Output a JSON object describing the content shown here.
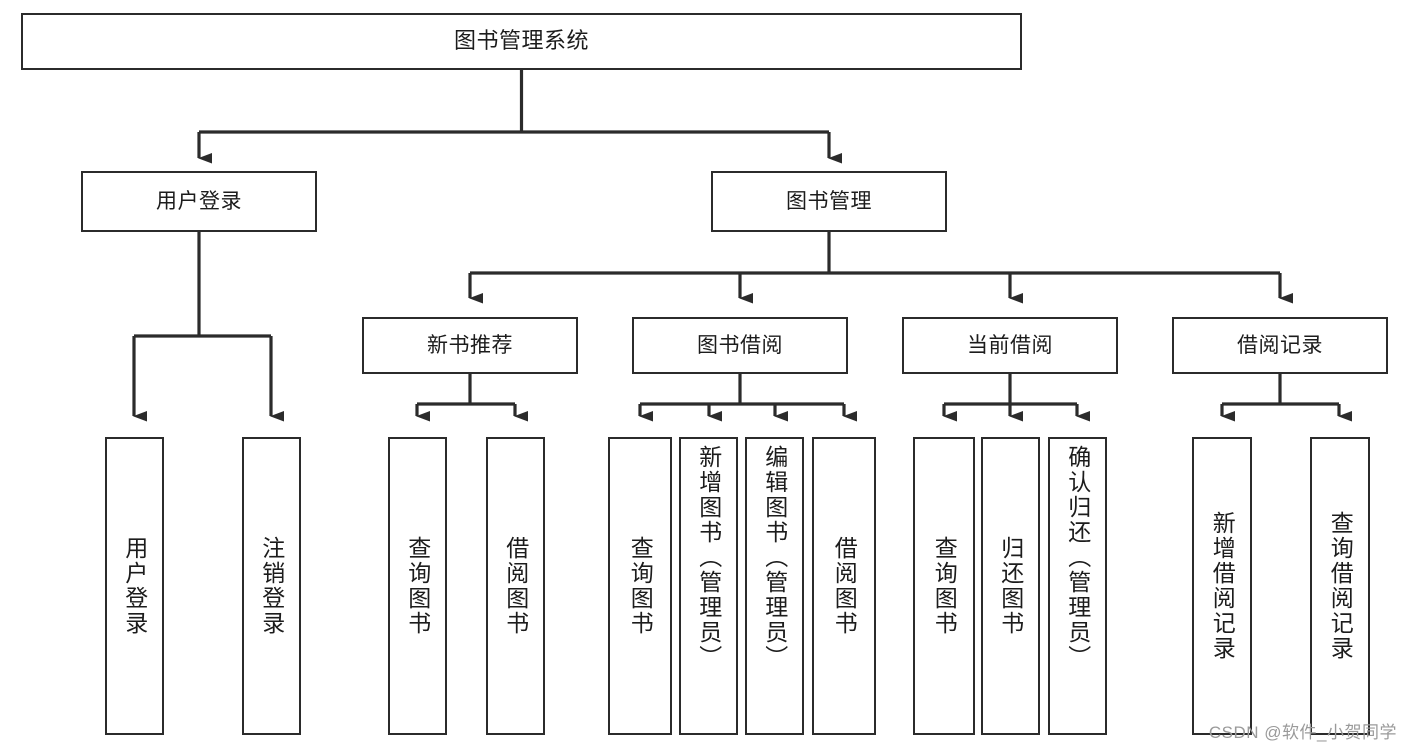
{
  "diagram": {
    "title": "图书管理系统",
    "type": "functional-structure-tree",
    "stroke_color": "#2b2b2b",
    "fill_color": "#ffffff",
    "text_color": "#1c1c1c"
  },
  "nodes": {
    "root": {
      "label": "图书管理系统"
    },
    "level2": [
      {
        "id": "user-login",
        "label": "用户登录"
      },
      {
        "id": "book-manage",
        "label": "图书管理"
      }
    ],
    "level3": [
      {
        "id": "new-book-recommend",
        "label": "新书推荐"
      },
      {
        "id": "book-borrow",
        "label": "图书借阅"
      },
      {
        "id": "current-borrow",
        "label": "当前借阅"
      },
      {
        "id": "borrow-record",
        "label": "借阅记录"
      }
    ],
    "leaves": {
      "user-login": [
        {
          "id": "leaf-user-login",
          "label": "用户登录"
        },
        {
          "id": "leaf-logout",
          "label": "注销登录"
        }
      ],
      "new-book-recommend": [
        {
          "id": "leaf-query-book-1",
          "label": "查询图书"
        },
        {
          "id": "leaf-borrow-book-1",
          "label": "借阅图书"
        }
      ],
      "book-borrow": [
        {
          "id": "leaf-query-book-2",
          "label": "查询图书"
        },
        {
          "id": "leaf-add-book",
          "label": "新增图书（管理员）"
        },
        {
          "id": "leaf-edit-book",
          "label": "编辑图书（管理员）"
        },
        {
          "id": "leaf-borrow-book-2",
          "label": "借阅图书"
        }
      ],
      "current-borrow": [
        {
          "id": "leaf-query-book-3",
          "label": "查询图书"
        },
        {
          "id": "leaf-return-book",
          "label": "归还图书"
        },
        {
          "id": "leaf-confirm-return",
          "label": "确认归还（管理员）"
        }
      ],
      "borrow-record": [
        {
          "id": "leaf-add-record",
          "label": "新增借阅记录"
        },
        {
          "id": "leaf-query-record",
          "label": "查询借阅记录"
        }
      ]
    }
  },
  "watermark": {
    "text": "CSDN @软件_小贺同学"
  }
}
